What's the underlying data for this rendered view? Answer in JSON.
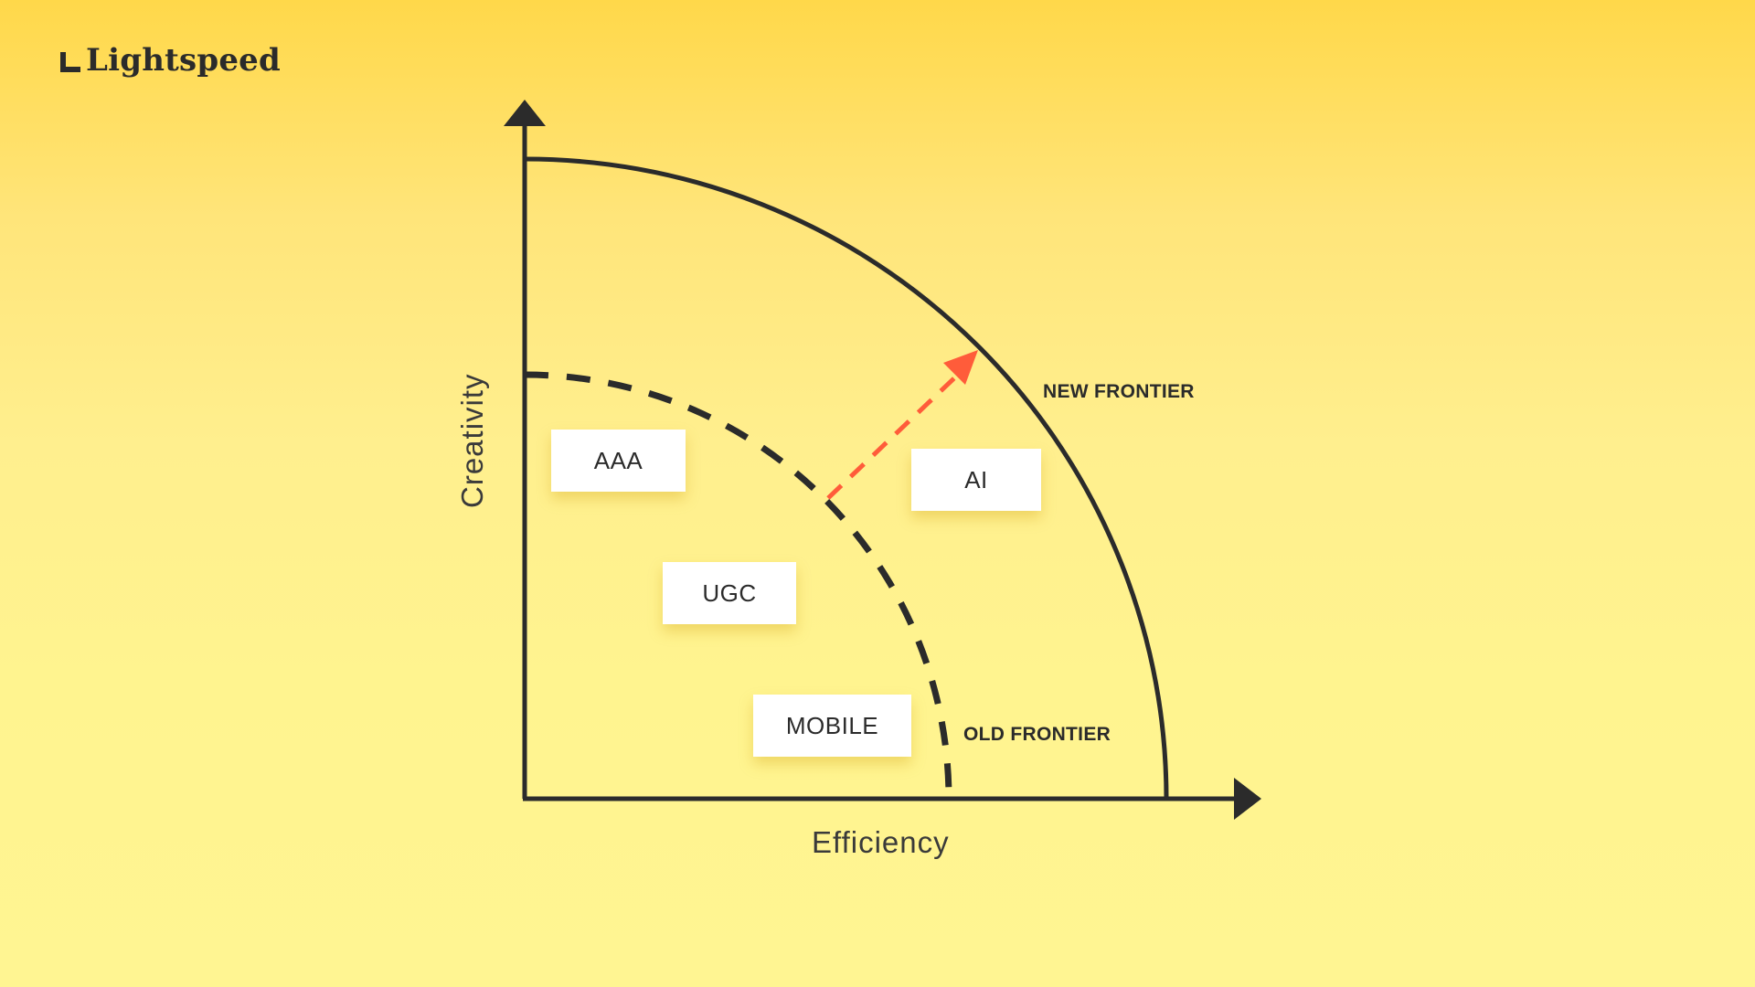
{
  "brand": {
    "name": "Lightspeed"
  },
  "diagram": {
    "xlabel": "Efficiency",
    "ylabel": "Creativity",
    "frontiers": {
      "new": "NEW FRONTIER",
      "old": "OLD FRONTIER"
    },
    "boxes": {
      "aaa": "AAA",
      "ugc": "UGC",
      "mobile": "MOBILE",
      "ai": "AI"
    }
  },
  "colors": {
    "ink": "#2B2B2B",
    "arrow": "#FF5C3A",
    "background_top": "#FFD84A",
    "background_bottom": "#FFF592"
  }
}
